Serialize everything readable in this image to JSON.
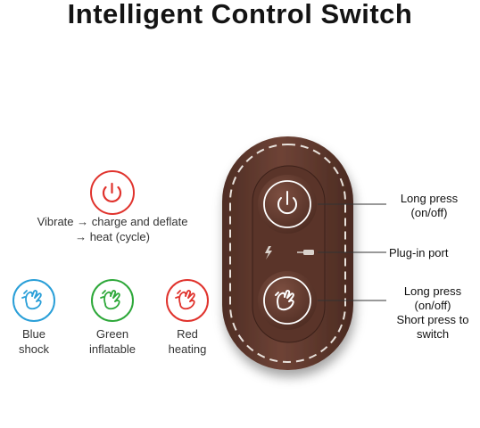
{
  "title": "Intelligent Control Switch",
  "cycle_caption": {
    "line1": "Vibrate → charge and deflate",
    "line2": "→ heat (cycle)"
  },
  "modes": [
    {
      "line1": "Blue",
      "line2": "shock",
      "color": "#2a9fd8",
      "icon": "massage-hand-icon"
    },
    {
      "line1": "Green",
      "line2": "inflatable",
      "color": "#2ea83a",
      "icon": "massage-hand-icon"
    },
    {
      "line1": "Red",
      "line2": "heating",
      "color": "#e0332d",
      "icon": "massage-hand-icon"
    }
  ],
  "colors": {
    "red": "#e0332d",
    "device_body": "#6b4034",
    "device_dark": "#4a2a21",
    "stitch": "#e9e2dc"
  },
  "callouts": {
    "power": {
      "line1": "Long press",
      "line2": "(on/off)"
    },
    "port": {
      "line1": "Plug-in port"
    },
    "mode": {
      "line1": "Long press",
      "line2": "(on/off)",
      "line3": "Short press to",
      "line4": "switch"
    }
  },
  "icons": {
    "power": "power-icon",
    "port": "usb-cable-icon",
    "lightning": "lightning-icon"
  }
}
